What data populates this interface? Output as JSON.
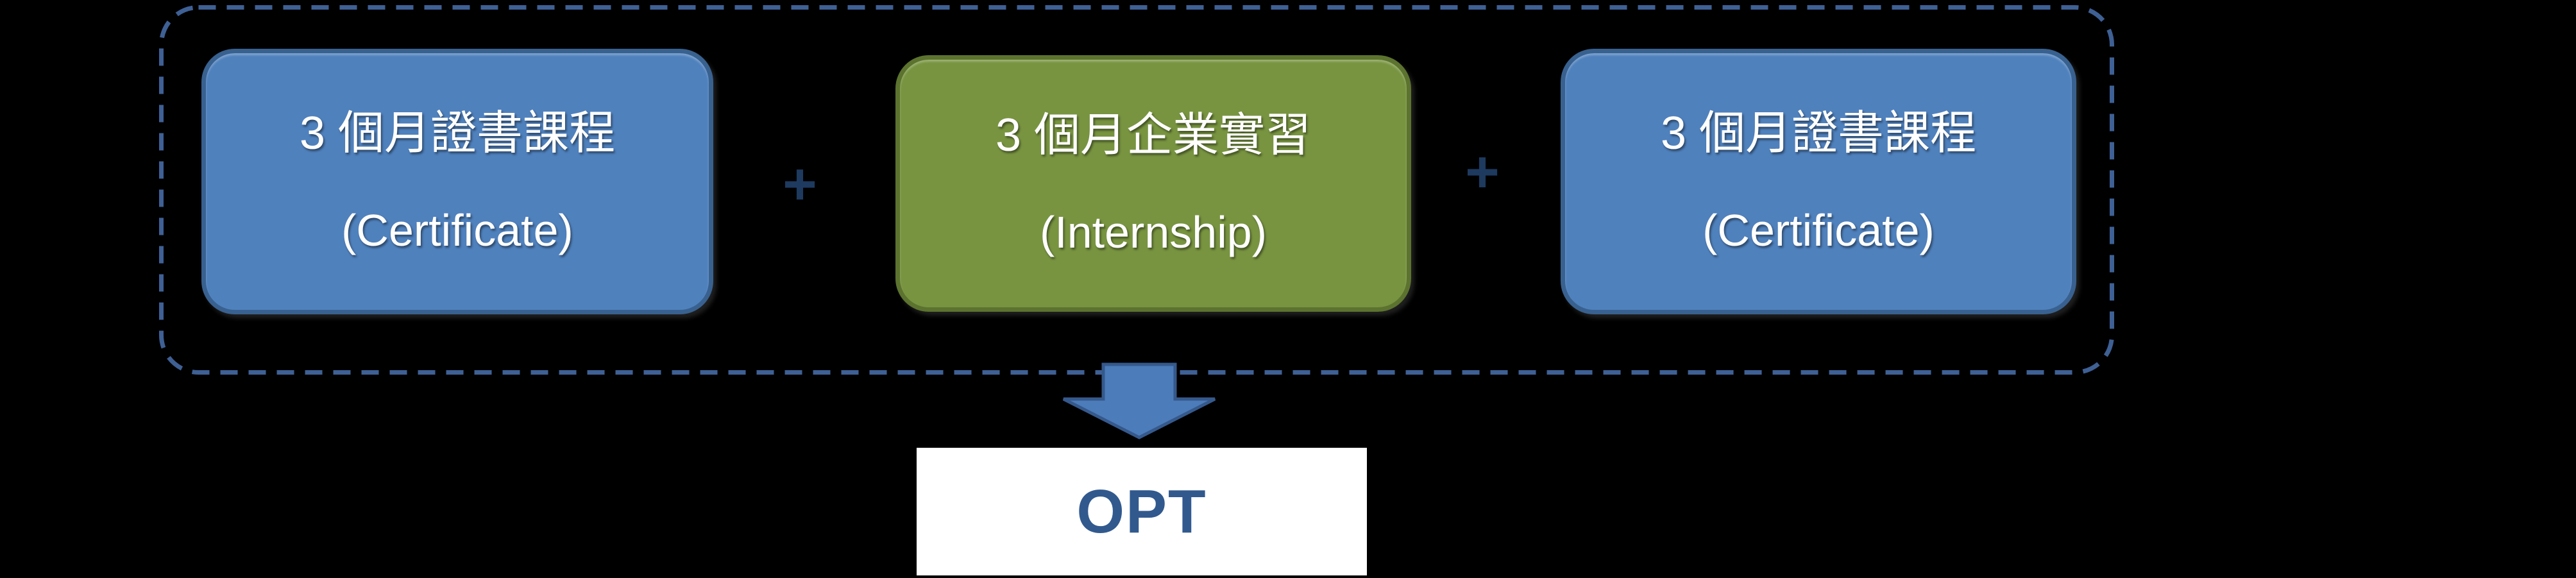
{
  "canvas": {
    "background_color": "#000000"
  },
  "diagram": {
    "group_outline": {
      "style": "dashed-rounded-rectangle",
      "color": "#3E6094"
    },
    "boxes": [
      {
        "id": "certificate-1",
        "line1": "3 個月證書課程",
        "line2": "(Certificate)",
        "fill": "#4F81BD",
        "border": "#39618F",
        "text_color": "#FFFFFF"
      },
      {
        "id": "internship",
        "line1": "3 個月企業實習",
        "line2": "(Internship)",
        "fill": "#789440",
        "border": "#5C732F",
        "text_color": "#FFFFFF"
      },
      {
        "id": "certificate-2",
        "line1": "3 個月證書課程",
        "line2": "(Certificate)",
        "fill": "#4F81BD",
        "border": "#39618F",
        "text_color": "#FFFFFF"
      }
    ],
    "plus_signs": [
      {
        "label": "+"
      },
      {
        "label": "+"
      }
    ],
    "plus_color": "#1E3A5F",
    "down_arrow": {
      "fill": "#4C7CBA",
      "border": "#36598C"
    },
    "opt_box": {
      "label": "OPT",
      "fill": "#FFFFFF",
      "text_color": "#31598E"
    }
  }
}
